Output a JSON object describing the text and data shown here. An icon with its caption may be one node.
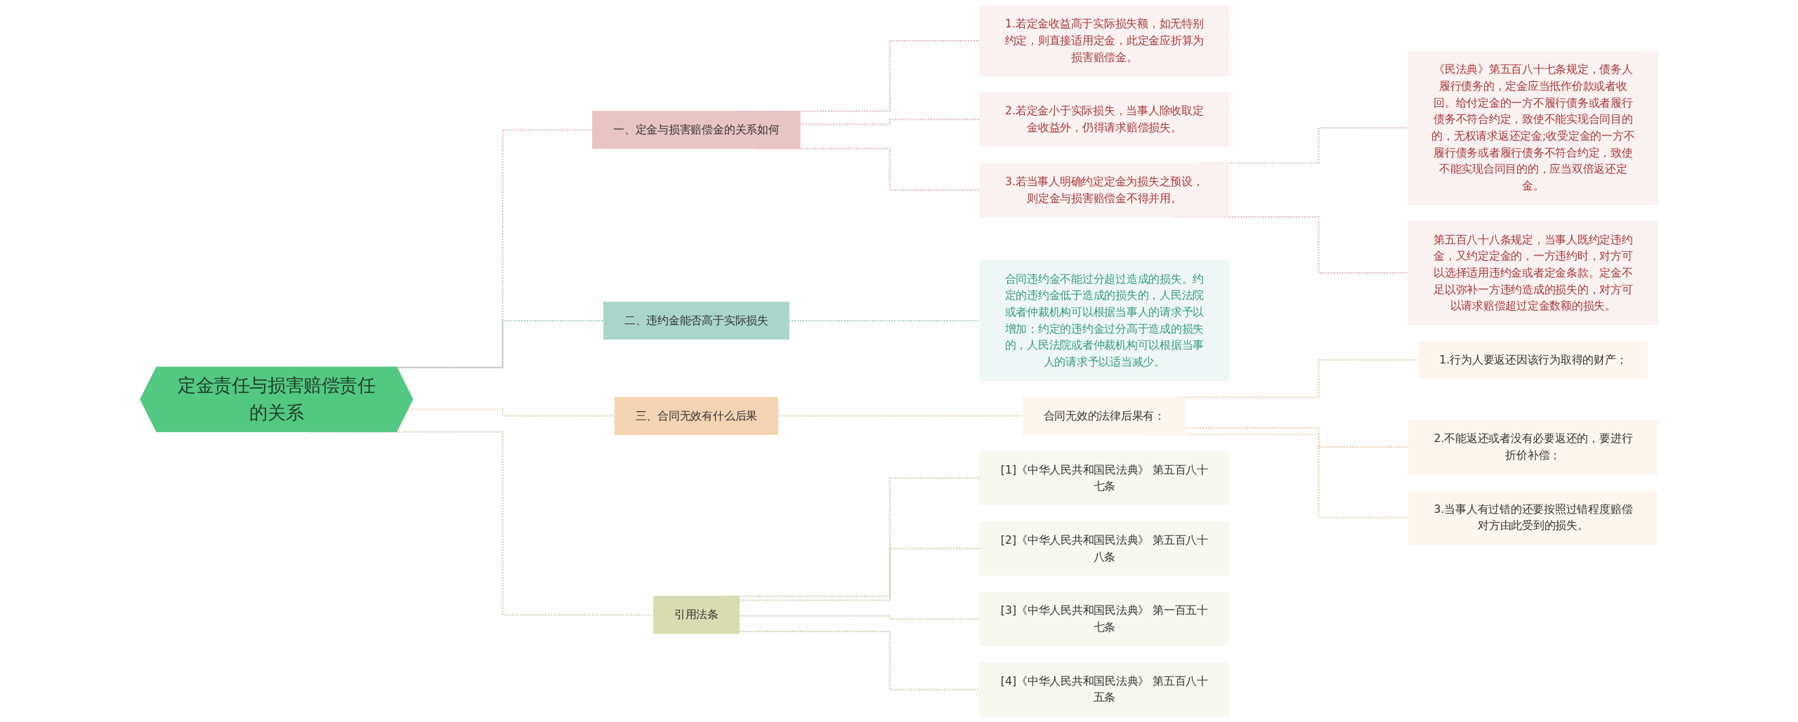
{
  "diagram": {
    "nodes": [
      {
        "text": [
          "定金责任与损害赔偿责任的关系"
        ]
      },
      {
        "text": [
          "一、定金与损害赔偿金的关系如何"
        ]
      },
      {
        "text": [
          "1.若定金收益高于实际损失额，如无特别约定，则直接适用定金，此定金应折算为损害赔偿金。"
        ]
      },
      {
        "text": [
          "2.若定金小于实际损失，当事人除收取定金收益外，仍得请求赔偿损失。"
        ]
      },
      {
        "text": [
          "3.若当事人明确约定定金为损失之预设，则定金与损害赔偿金不得并用。"
        ]
      },
      {
        "text": [
          "《民法典》第五百八十七条规定，债务人履行债务的，定金应当抵作价款或者收回。给付定金的一方不履行债务或者履行债务不符合约定，致使不能实现合同目的的，无权请求返还定金;收受定金的一方不履行债务或者履行债务不符合约定，致使不能实现合同目的的，应当双倍返还定金。"
        ]
      },
      {
        "text": [
          "第五百八十八条规定，当事人既约定违约金，又约定定金的，一方违约时，对方可以选择适用违约金或者定金条款。定金不足以弥补一方违约造成的损失的，对方可以请求赔偿超过定金数额的损失。"
        ]
      },
      {
        "text": [
          "二、违约金能否高于实际损失"
        ]
      },
      {
        "text": [
          "合同违约金不能过分超过造成的损失。约定的违约金低于造成的损失的，人民法院或者仲裁机构可以根据当事人的请求予以增加；约定的违约金过分高于造成的损失的，人民法院或者仲裁机构可以根据当事人的请求予以适当减少。"
        ]
      },
      {
        "text": [
          "三、合同无效有什么后果"
        ]
      },
      {
        "text": [
          "合同无效的法律后果有："
        ]
      },
      {
        "text": [
          "1.行为人要返还因该行为取得的财产；"
        ]
      },
      {
        "text": [
          "2.不能返还或者没有必要返还的，要进行折价补偿；"
        ]
      },
      {
        "text": [
          "3.当事人有过错的还要按照过错程度赔偿对方由此受到的损失。"
        ]
      },
      {
        "text": [
          "引用法条"
        ]
      },
      {
        "text": [
          "[1]《中华人民共和国民法典》 第五百八十七条"
        ]
      },
      {
        "text": [
          "[2]《中华人民共和国民法典》 第五百八十八条"
        ]
      },
      {
        "text": [
          "[3]《中华人民共和国民法典》 第一百五十七条"
        ]
      },
      {
        "text": [
          "[4]《中华人民共和国民法典》 第五百八十五条"
        ]
      }
    ],
    "edges": [
      {
        "from": 0,
        "to": 1,
        "arrow": "none",
        "style": "dashed"
      },
      {
        "from": 1,
        "to": 2,
        "arrow": "none",
        "style": "dashed"
      },
      {
        "from": 1,
        "to": 3,
        "arrow": "none",
        "style": "dashed"
      },
      {
        "from": 1,
        "to": 4,
        "arrow": "none",
        "style": "dashed"
      },
      {
        "from": 4,
        "to": 5,
        "arrow": "none",
        "style": "dashed"
      },
      {
        "from": 4,
        "to": 6,
        "arrow": "none",
        "style": "dashed"
      },
      {
        "from": 0,
        "to": 7,
        "arrow": "none",
        "style": "dashed",
        "color": "#9fcfc4"
      },
      {
        "from": 7,
        "to": 8,
        "arrow": "none",
        "style": "dashed",
        "color": "#9fcfc4"
      },
      {
        "from": 0,
        "to": 9,
        "arrow": "none",
        "style": "dashed",
        "color": "#e8c9a0"
      },
      {
        "from": 9,
        "to": 10,
        "arrow": "none",
        "style": "dashed",
        "color": "#e8c9a0"
      },
      {
        "from": 10,
        "to": 11,
        "arrow": "none",
        "style": "dashed",
        "color": "#e8c9a0"
      },
      {
        "from": 10,
        "to": 12,
        "arrow": "none",
        "style": "dashed",
        "color": "#e8c9a0"
      },
      {
        "from": 10,
        "to": 13,
        "arrow": "none",
        "style": "dashed",
        "color": "#e8c9a0"
      },
      {
        "from": 0,
        "to": 14,
        "arrow": "none",
        "style": "dashed",
        "color": "#c8ccaa"
      },
      {
        "from": 14,
        "to": 15,
        "arrow": "none",
        "style": "dashed",
        "color": "#c8ccaa"
      },
      {
        "from": 14,
        "to": 16,
        "arrow": "none",
        "style": "dashed",
        "color": "#c8ccaa"
      },
      {
        "from": 14,
        "to": 17,
        "arrow": "none",
        "style": "dashed",
        "color": "#c8ccaa"
      },
      {
        "from": 14,
        "to": 18,
        "arrow": "none",
        "style": "dashed",
        "color": "#c8ccaa"
      }
    ]
  }
}
